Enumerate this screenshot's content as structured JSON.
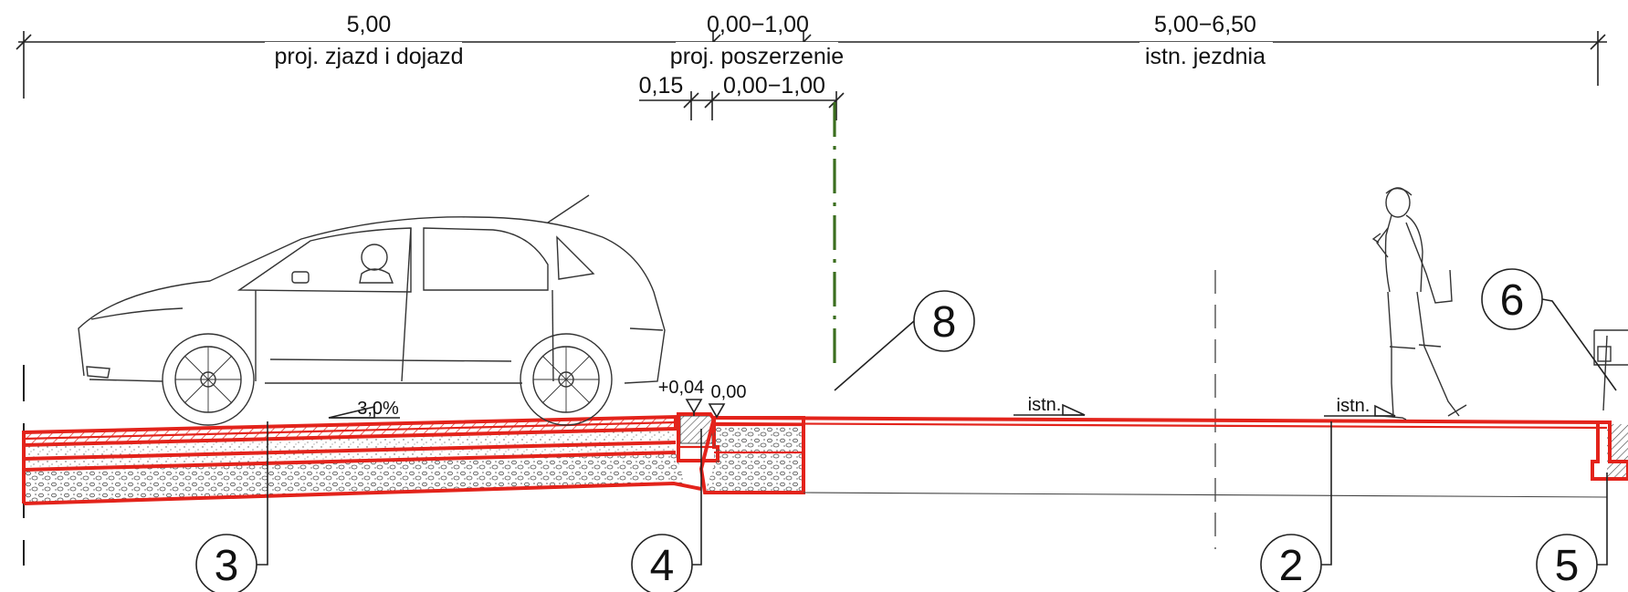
{
  "dimensions": {
    "left_value": "5,00",
    "left_label": "proj. zjazd i dojazd",
    "mid_value": "0,00−1,00",
    "mid_label": "proj. poszerzenie",
    "right_value": "5,00−6,50",
    "right_label": "istn. jezdnia",
    "sub_left": "0,15",
    "sub_right": "0,00−1,00"
  },
  "annotations": {
    "slope_left": "3,0%",
    "slope_mid": "istn.",
    "slope_right": "istn.",
    "level_curb": "+0,04",
    "level_road": "0,00"
  },
  "callouts": [
    "8",
    "6",
    "3",
    "4",
    "2",
    "5"
  ],
  "colors": {
    "layer_outline": "#e3231b",
    "axis_line": "#3b6e1e",
    "ink": "#222222"
  }
}
